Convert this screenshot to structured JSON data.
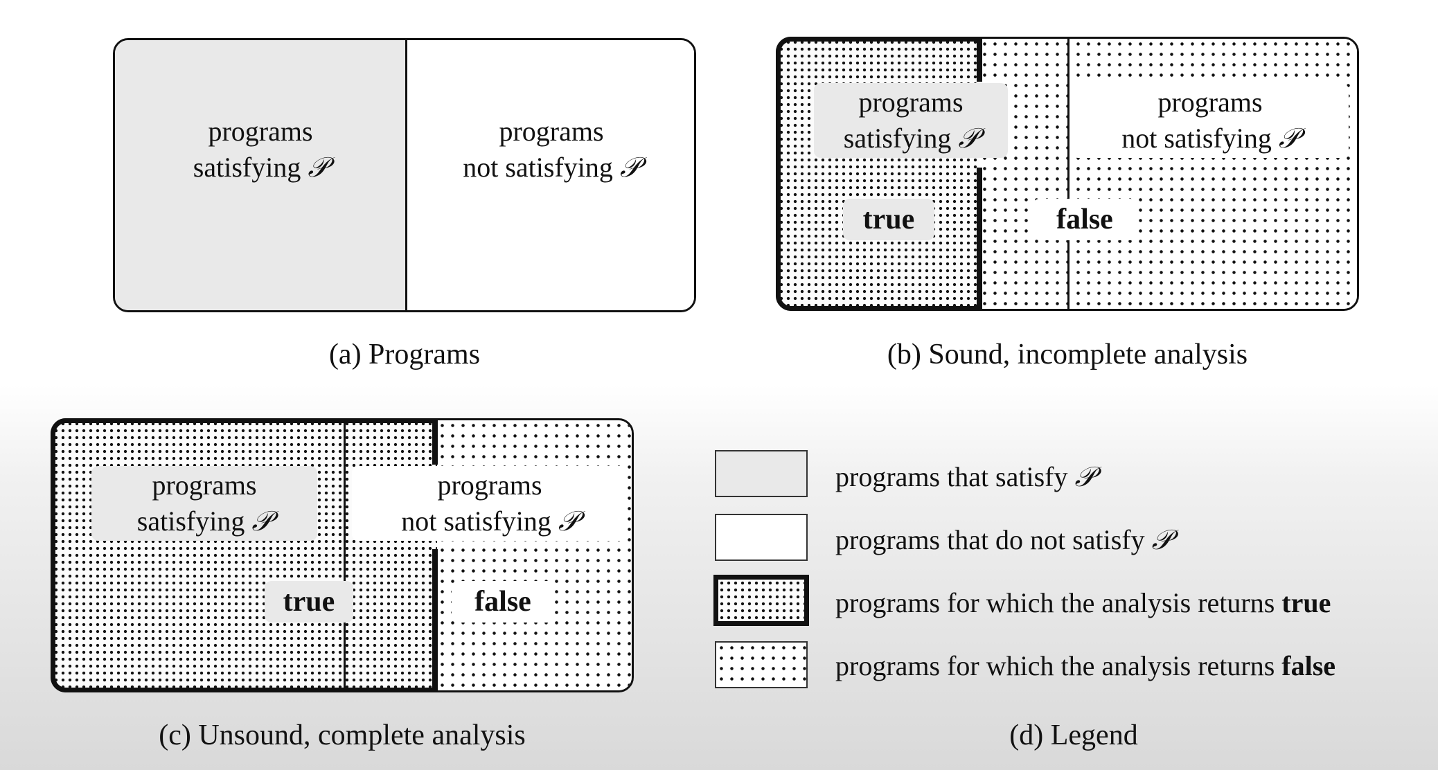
{
  "panels": {
    "a": {
      "caption": "(a)  Programs",
      "left_line1": "programs",
      "left_line2": "satisfying",
      "right_line1": "programs",
      "right_line2": "not satisfying"
    },
    "b": {
      "caption": "(b)  Sound, incomplete analysis",
      "left_line1": "programs",
      "left_line2": "satisfying",
      "right_line1": "programs",
      "right_line2": "not satisfying",
      "true_label": "true",
      "false_label": "false"
    },
    "c": {
      "caption": "(c)  Unsound, complete analysis",
      "left_line1": "programs",
      "left_line2": "satisfying",
      "right_line1": "programs",
      "right_line2": "not satisfying",
      "true_label": "true",
      "false_label": "false"
    }
  },
  "property_symbol": "𝒫",
  "legend": {
    "caption": "(d)  Legend",
    "items": [
      {
        "text": "programs that satisfy",
        "bold": ""
      },
      {
        "text": "programs that do not satisfy",
        "bold": ""
      },
      {
        "text": "programs for which the analysis returns",
        "bold": "true"
      },
      {
        "text": "programs for which the analysis returns",
        "bold": "false"
      }
    ]
  },
  "colors": {
    "satisfy_fill": "#e9e9e9",
    "not_satisfy_fill": "#ffffff",
    "stroke": "#111111"
  }
}
